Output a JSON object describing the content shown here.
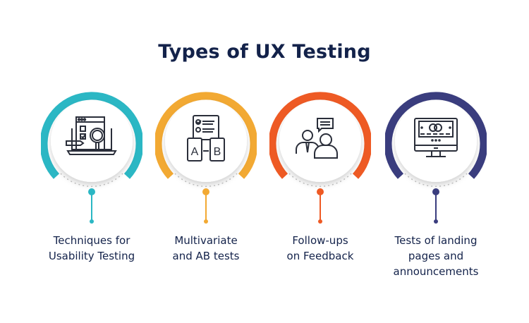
{
  "title": "Types of UX Testing",
  "items": [
    {
      "label_lines": [
        "Techniques for",
        "Usability Testing"
      ],
      "color": "#2bb7c4",
      "icon": "laptop-magnifier-checklist-icon"
    },
    {
      "label_lines": [
        "Multivariate",
        "and AB tests"
      ],
      "color": "#f2a933",
      "icon": "ab-test-devices-icon"
    },
    {
      "label_lines": [
        "Follow-ups",
        "on Feedback"
      ],
      "color": "#ee5a24",
      "icon": "feedback-conversation-icon"
    },
    {
      "label_lines": [
        "Tests of landing",
        "pages and",
        "announcements"
      ],
      "color": "#3a3d7e",
      "icon": "desktop-landing-page-icon"
    }
  ]
}
